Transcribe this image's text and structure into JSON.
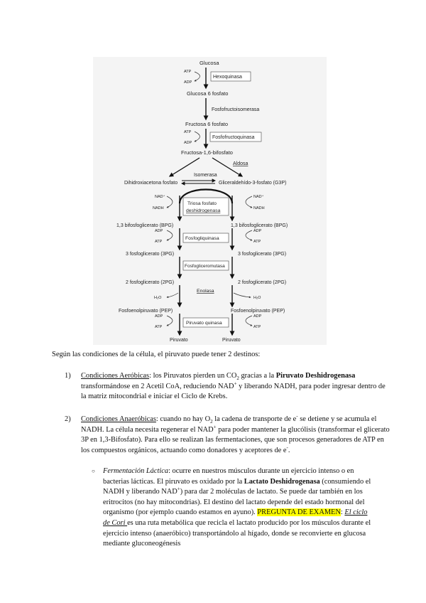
{
  "figure": {
    "glucosa": "Glucosa",
    "hexoquinasa": "Hexoquinasa",
    "glucosa6": "Glucosa 6 fosfato",
    "fosfoisomerasa": "Fosfofructoisomerasa",
    "fructosa6": "Fructosa 6 fosfato",
    "fosfofructoquinasa": "Fosfofructoquinasa",
    "fructosa16": "Fructosa-1,6-bifosfato",
    "aldosa": "Aldosa",
    "isomerasa": "Isomerasa",
    "dhap": "Dihidroxiacetona fosfato",
    "g3p": "Gliceraldehído-3-fosfato (G3P)",
    "triosa_l1": "Triosa fosfato",
    "triosa_l2": "deshidrogenasa",
    "bpg": "1,3 bifosfoglicerato (BPG)",
    "fosfogliquinasa": "Fosfogliquinasa",
    "pg3": "3 fosfoglicerato (3PG)",
    "mutasa": "Fosfogliceromutasa",
    "pg2": "2 fosfoglicerato (2PG)",
    "enolasa": "Enolasa",
    "pep": "Fosfoenolpiruvato (PEP)",
    "piruvatoquinasa": "Piruvato quinasa",
    "piruvato": "Piruvato",
    "atp": "ATP",
    "adp": "ADP",
    "nad": "NAD⁺",
    "nadh": "NADH",
    "h2o": "H₂O"
  },
  "intro": "Según las condiciones de la célula, el piruvato puede tener 2 destinos:",
  "item1": {
    "num": "1)",
    "title": "Condiciones Aeróbicas",
    "t1": ": los Piruvatos pierden un CO",
    "co2_sub": "2",
    "t2": " gracias a la ",
    "enzyme": "Piruvato Deshidrogenasa",
    "t3": " transformándose en 2 Acetil CoA, reduciendo NAD",
    "sup1": "+",
    "t4": " y liberando NADH, para poder ingresar dentro de la matriz mitocondrial e iniciar el Ciclo de Krebs."
  },
  "item2": {
    "num": "2)",
    "title": "Condiciones Anaeróbicas",
    "t1": ": cuando no hay O",
    "o2_sub": "2",
    "t2": " la cadena de transporte de e",
    "sup_e": "-",
    "t3": " se detiene y se acumula el NADH. La célula necesita regenerar el NAD",
    "sup1": "+",
    "t4": " para poder mantener la glucólisis (transformar el glicerato 3P en 1,3-Bifosfato). Para ello se realizan las fermentaciones, que son procesos generadores de ATP en los compuestos orgánicos, actuando como donadores y aceptores de e",
    "sup2": "-",
    "t5": "."
  },
  "sub": {
    "bullet": "○",
    "title": "Fermentación Láctica",
    "t1": ": ocurre en nuestros músculos durante un ejercicio intenso o en bacterias lácticas. El piruvato es oxidado por la ",
    "enzyme": "Lactato Deshidrogenasa",
    "t2": " (consumiendo el NADH y liberando NAD",
    "sup1": "+",
    "t3": ") para dar 2 moléculas de lactato. Se puede dar también en los eritrocitos (no hay mitocondrias). El destino del lactato depende del estado hormonal del organismo (por ejemplo cuando estamos en ayuno).",
    "exam": "PREGUNTA DE EXAMEN",
    "t4": ": ",
    "cori": "El ciclo de Cori ",
    "t5": "es  una ruta metabólica que recicla el lactato producido por los músculos durante el ejercicio intenso (anaeróbico) transportándolo al hígado, donde se reconvierte en glucosa mediante gluconeogénesis"
  }
}
